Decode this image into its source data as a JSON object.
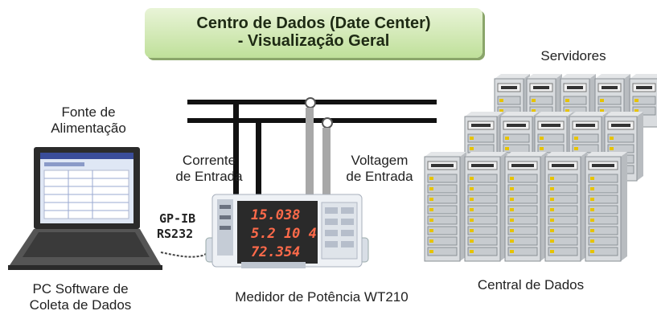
{
  "title": {
    "line1": "Centro de Dados (Date Center)",
    "line2": "- Visualização Geral"
  },
  "labels": {
    "servers": "Servidores",
    "power_source_1": "Fonte de",
    "power_source_2": "Alimentação",
    "current_1": "Corrente",
    "current_2": "de Entrada",
    "voltage_1": "Voltagem",
    "voltage_2": "de Entrada",
    "interface_1": "GP-IB",
    "interface_2": "RS232",
    "pc_1": "PC Software de",
    "pc_2": "Coleta de Dados",
    "meter": "Medidor de Potência WT210",
    "central": "Central de Dados"
  },
  "meter_readings": [
    "15.038",
    "5.2 10 4",
    "72.354"
  ],
  "colors": {
    "title_bg": "#bfe09a",
    "display_digits": "#ff6a4a",
    "display_bg": "#2a2a2a"
  }
}
